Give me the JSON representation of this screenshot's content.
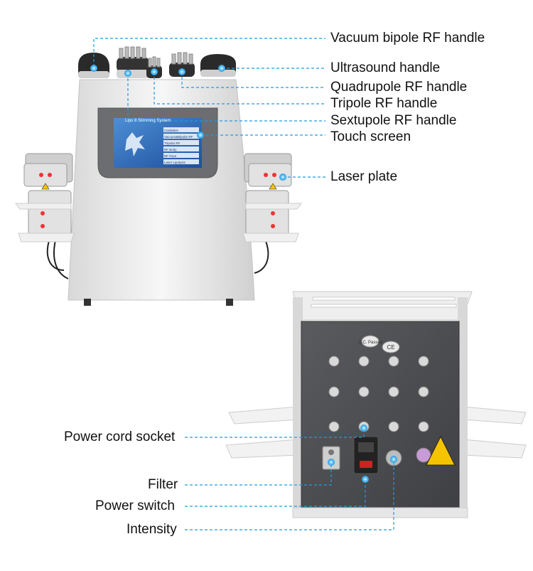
{
  "labels": {
    "vacuum_bipole": "Vacuum bipole RF handle",
    "ultrasound": "Ultrasound handle",
    "quadrupole": "Quadrupole RF handle",
    "tripole": "Tripole RF handle",
    "sextupole": "Sextupole RF handle",
    "touch_screen": "Touch screen",
    "laser_plate": "Laser plate",
    "power_cord_socket": "Power cord socket",
    "filter": "Filter",
    "power_switch": "Power switch",
    "intensity": "Intensity"
  },
  "screen": {
    "title": "Lipo 8 Slimming System",
    "menu": [
      "Cavitation",
      "Vacuum&Bipolar RF",
      "Tripolar RF",
      "RF Body",
      "RF Face",
      "Laser Lipolysis"
    ]
  },
  "badges": {
    "qc": "Q.C. Passed",
    "ce": "CE"
  },
  "colors": {
    "leader": "#1e9be0",
    "dot": "#1e9be0",
    "panel": "#4d4e50",
    "body": "#ebebeb"
  }
}
